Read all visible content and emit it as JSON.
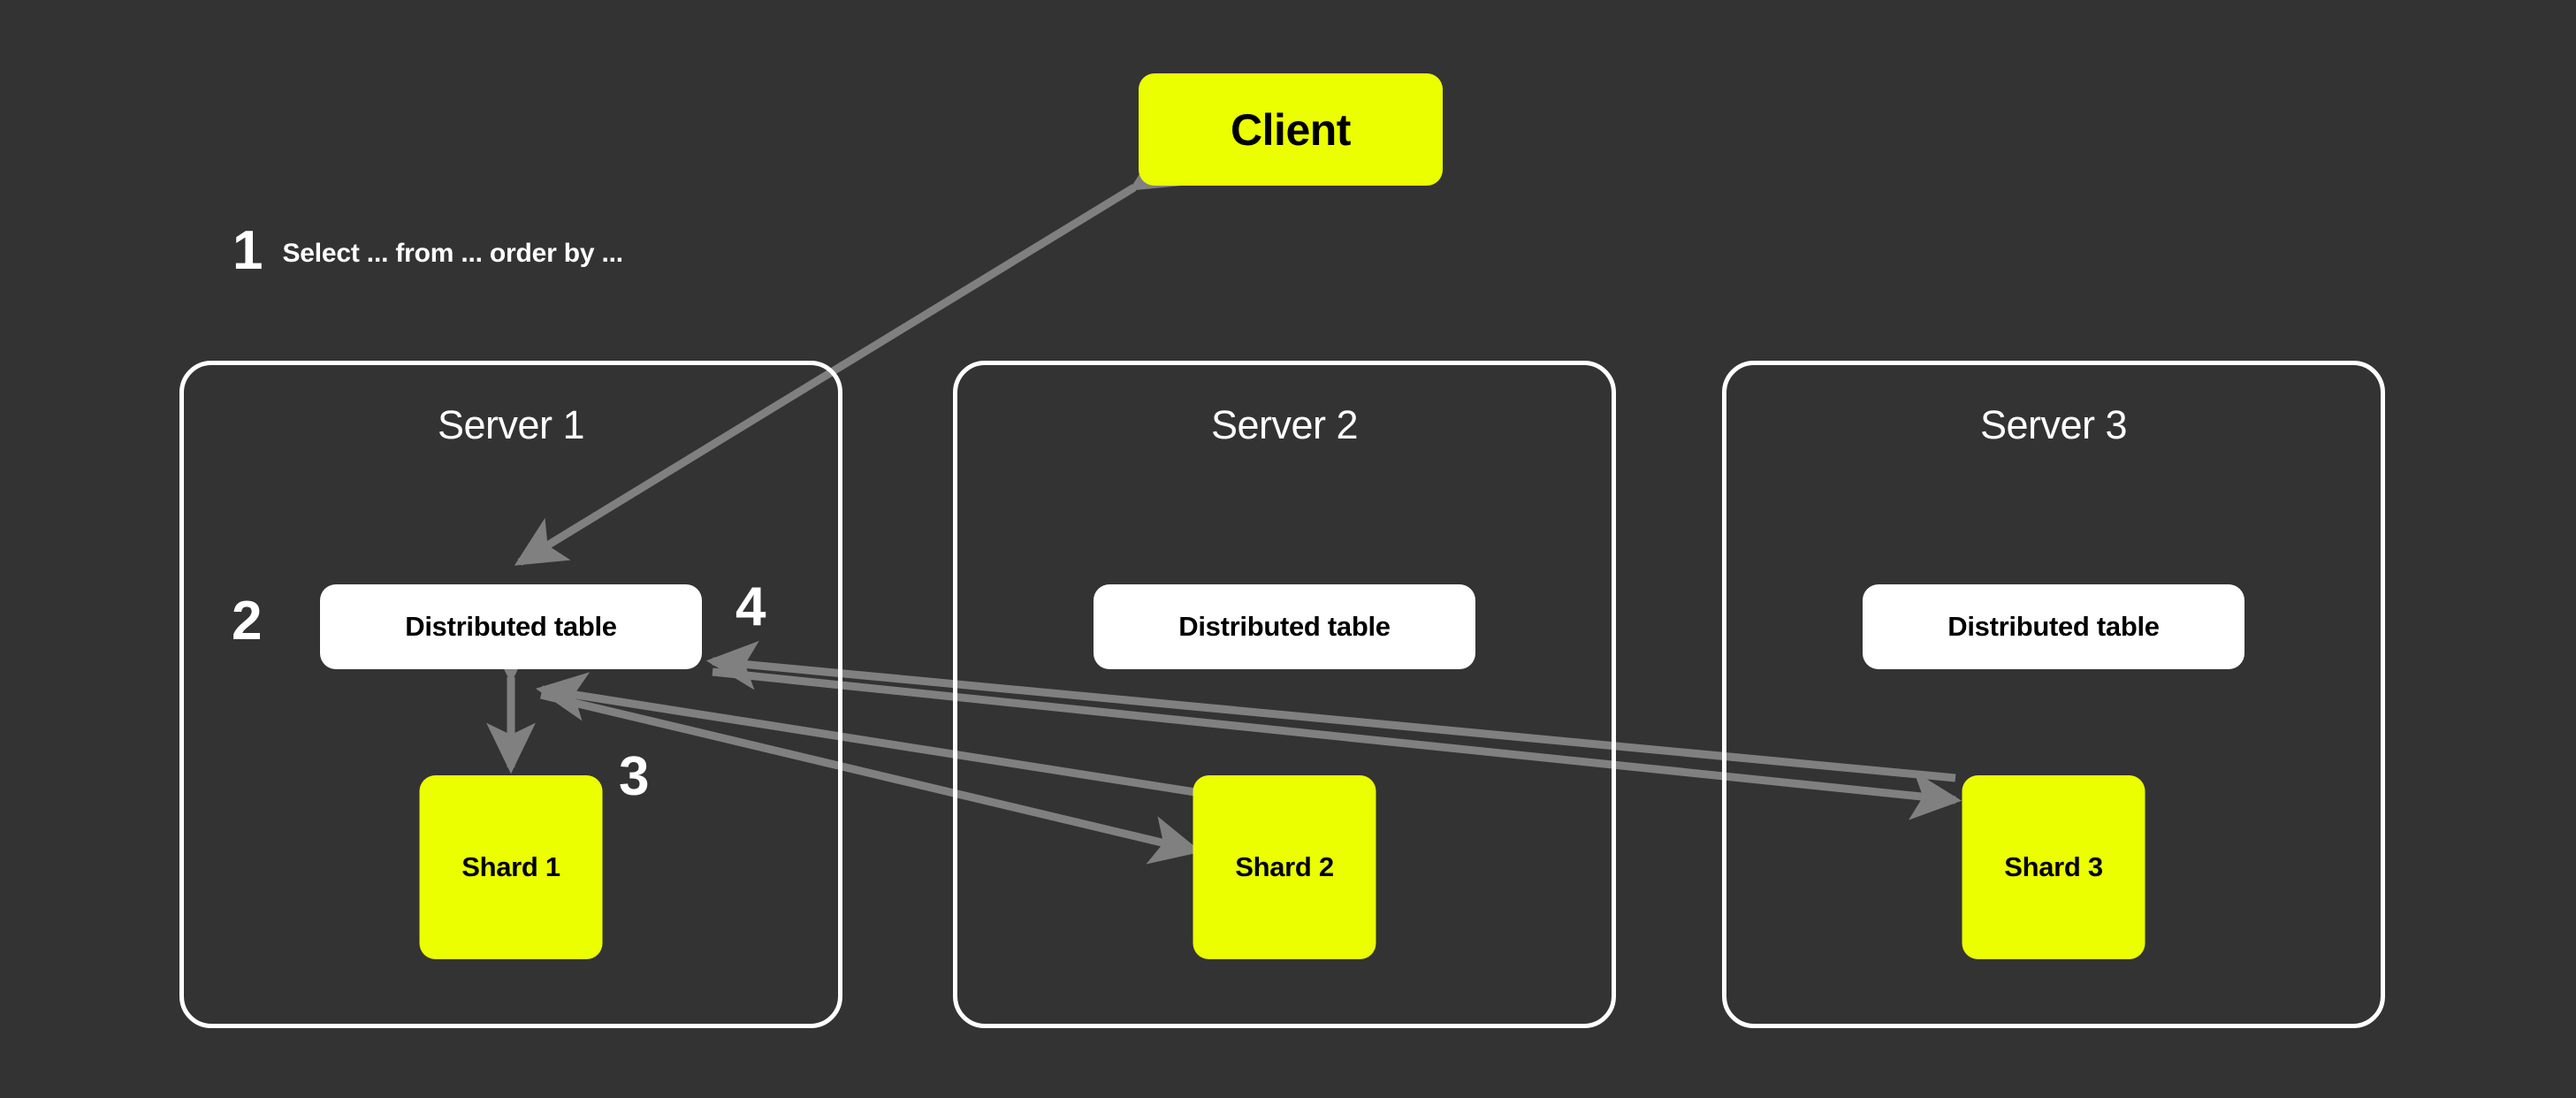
{
  "diagram": {
    "title": "Distributed table query flow across shards",
    "background_color": "#333333",
    "accent_color": "#EBFF00",
    "arrow_color": "#808080",
    "panel_border_color": "#FFFFFF"
  },
  "client": {
    "label": "Client"
  },
  "step1": {
    "number": "1",
    "text": "Select ... from ... order by ..."
  },
  "steps": {
    "two": "2",
    "three": "3",
    "four": "4"
  },
  "servers": [
    {
      "title": "Server 1",
      "distributed_table": "Distributed table",
      "shard": "Shard 1"
    },
    {
      "title": "Server 2",
      "distributed_table": "Distributed table",
      "shard": "Shard 2"
    },
    {
      "title": "Server 3",
      "distributed_table": "Distributed table",
      "shard": "Shard 3"
    }
  ],
  "arrows": [
    {
      "name": "client-to-distributed-table-1",
      "kind": "bidirectional-diagonal"
    },
    {
      "name": "distributed-table-1-to-shard-1",
      "kind": "bidirectional-vertical"
    },
    {
      "name": "shard-2-to-distributed-table-1",
      "kind": "incoming"
    },
    {
      "name": "distributed-table-1-to-shard-2",
      "kind": "outgoing"
    },
    {
      "name": "shard-3-to-distributed-table-1",
      "kind": "incoming"
    },
    {
      "name": "distributed-table-1-to-shard-3",
      "kind": "outgoing"
    }
  ]
}
